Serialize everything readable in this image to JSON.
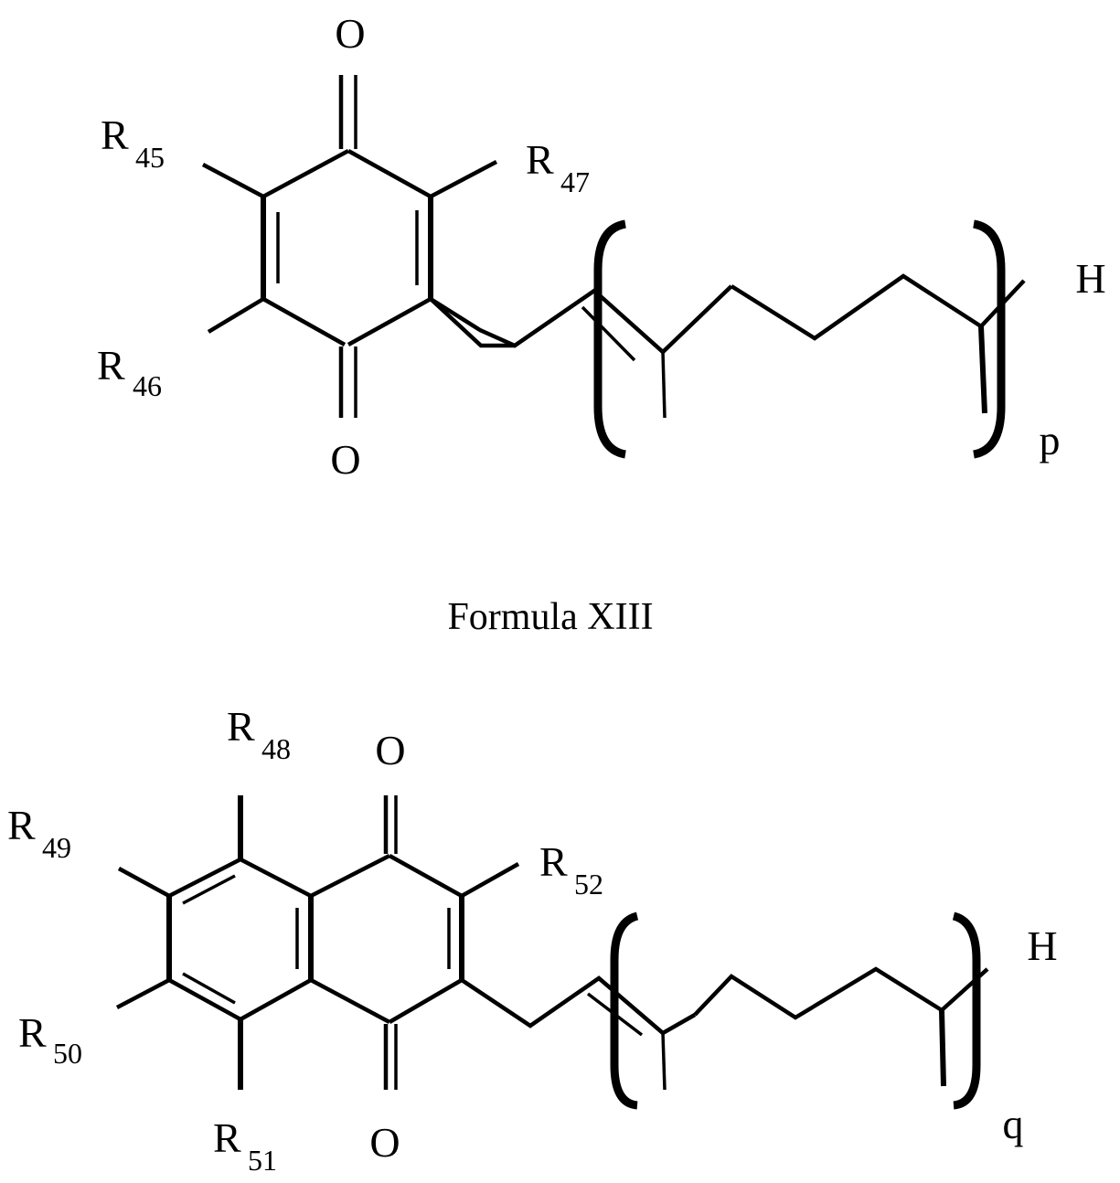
{
  "figure": {
    "caption": "Formula XIII",
    "formulas": [
      {
        "id": "top",
        "core": "1,4-benzoquinone",
        "labels": {
          "o_top": "O",
          "o_bottom": "O",
          "r45": "R",
          "r45_sub": "45",
          "r46": "R",
          "r46_sub": "46",
          "r47": "R",
          "r47_sub": "47",
          "terminal_h": "H",
          "repeat_index": "p"
        }
      },
      {
        "id": "bottom",
        "core": "1,4-naphthoquinone",
        "labels": {
          "o_top": "O",
          "o_bottom": "O",
          "r48": "R",
          "r48_sub": "48",
          "r49": "R",
          "r49_sub": "49",
          "r50": "R",
          "r50_sub": "50",
          "r51": "R",
          "r51_sub": "51",
          "r52": "R",
          "r52_sub": "52",
          "terminal_h": "H",
          "repeat_index": "q"
        }
      }
    ]
  }
}
